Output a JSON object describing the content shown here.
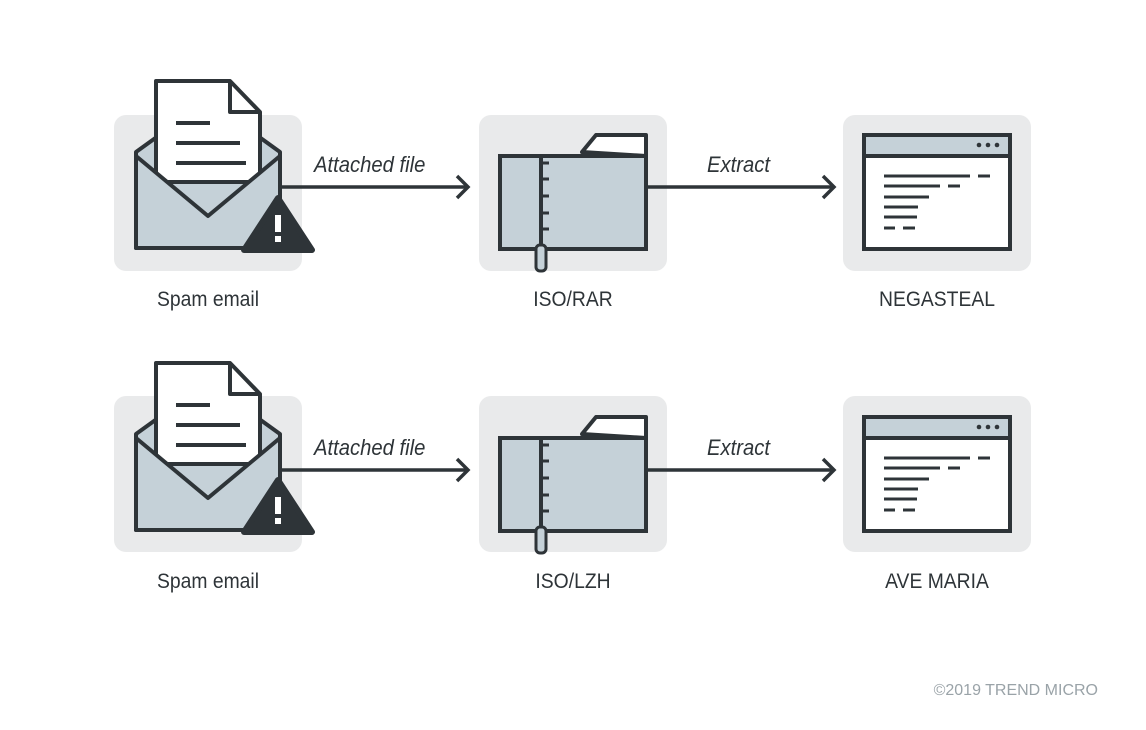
{
  "rows": [
    {
      "source": {
        "label": "Spam email",
        "icon": "spam-email-icon"
      },
      "edge1": {
        "label": "Attached file"
      },
      "archive": {
        "label": "ISO/RAR",
        "icon": "zip-folder-icon"
      },
      "edge2": {
        "label": "Extract"
      },
      "payload": {
        "label": "NEGASTEAL",
        "icon": "program-window-icon"
      }
    },
    {
      "source": {
        "label": "Spam email",
        "icon": "spam-email-icon"
      },
      "edge1": {
        "label": "Attached file"
      },
      "archive": {
        "label": "ISO/LZH",
        "icon": "zip-folder-icon"
      },
      "edge2": {
        "label": "Extract"
      },
      "payload": {
        "label": "AVE MARIA",
        "icon": "program-window-icon"
      }
    }
  ],
  "footer": {
    "copyright": "©2019 TREND MICRO"
  },
  "colors": {
    "stroke": "#2e3438",
    "fill": "#c5d1d8",
    "tile": "#e9eaeb",
    "muted": "#9aa3a8"
  }
}
